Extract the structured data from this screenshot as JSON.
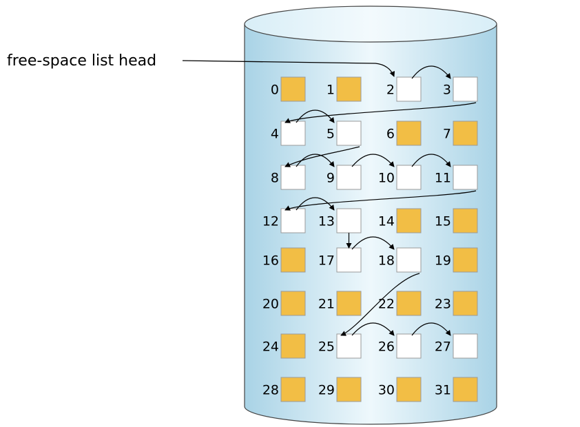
{
  "head_label": "free-space list head",
  "colors": {
    "allocated": "#F2BE45",
    "free": "#FFFFFF",
    "disk_body": "#E6F4FA",
    "disk_edge": "#444444"
  },
  "blocks": [
    {
      "label": "0",
      "state": "allocated"
    },
    {
      "label": "1",
      "state": "allocated"
    },
    {
      "label": "2",
      "state": "free"
    },
    {
      "label": "3",
      "state": "free"
    },
    {
      "label": "4",
      "state": "free"
    },
    {
      "label": "5",
      "state": "free"
    },
    {
      "label": "6",
      "state": "allocated"
    },
    {
      "label": "7",
      "state": "allocated"
    },
    {
      "label": "8",
      "state": "free"
    },
    {
      "label": "9",
      "state": "free"
    },
    {
      "label": "10",
      "state": "free"
    },
    {
      "label": "11",
      "state": "free"
    },
    {
      "label": "12",
      "state": "free"
    },
    {
      "label": "13",
      "state": "free"
    },
    {
      "label": "14",
      "state": "allocated"
    },
    {
      "label": "15",
      "state": "allocated"
    },
    {
      "label": "16",
      "state": "allocated"
    },
    {
      "label": "17",
      "state": "free"
    },
    {
      "label": "18",
      "state": "free"
    },
    {
      "label": "19",
      "state": "allocated"
    },
    {
      "label": "20",
      "state": "allocated"
    },
    {
      "label": "21",
      "state": "allocated"
    },
    {
      "label": "22",
      "state": "allocated"
    },
    {
      "label": "23",
      "state": "allocated"
    },
    {
      "label": "24",
      "state": "allocated"
    },
    {
      "label": "25",
      "state": "free"
    },
    {
      "label": "26",
      "state": "free"
    },
    {
      "label": "27",
      "state": "free"
    },
    {
      "label": "28",
      "state": "allocated"
    },
    {
      "label": "29",
      "state": "allocated"
    },
    {
      "label": "30",
      "state": "allocated"
    },
    {
      "label": "31",
      "state": "allocated"
    }
  ],
  "free_list": [
    2,
    3,
    4,
    5,
    8,
    9,
    10,
    11,
    12,
    13,
    17,
    18,
    25,
    26,
    27
  ]
}
